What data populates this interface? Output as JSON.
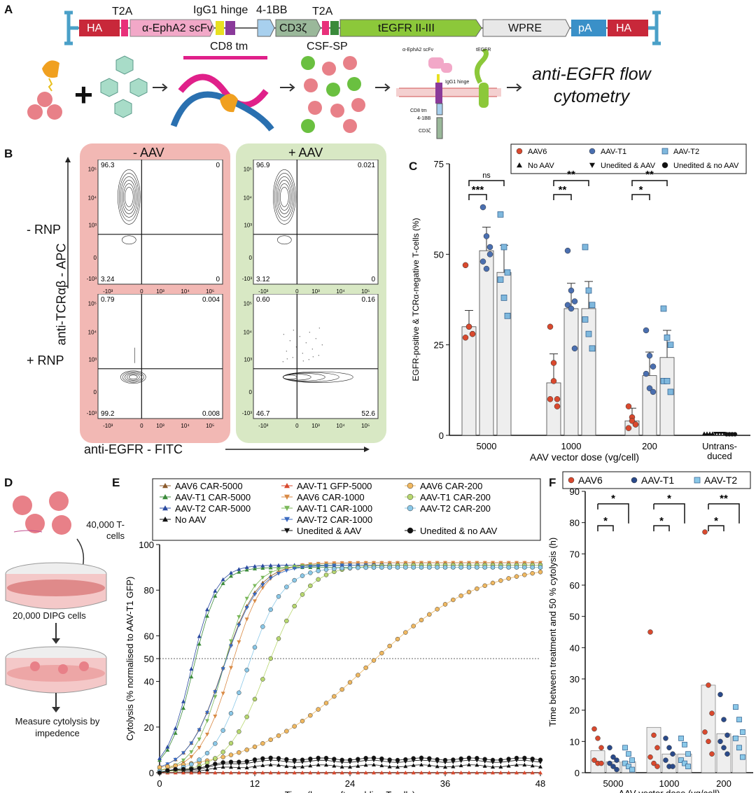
{
  "panel_labels": {
    "A": "A",
    "B": "B",
    "C": "C",
    "D": "D",
    "E": "E",
    "F": "F"
  },
  "construct": {
    "top_labels": [
      "T2A",
      "IgG1 hinge",
      "4-1BB",
      "T2A"
    ],
    "segments": [
      "HA",
      "α-EphA2 scFv",
      "CD3ζ",
      "tEGFR II-III",
      "WPRE",
      "pA",
      "HA"
    ],
    "bottom_labels": [
      "CD8 tm",
      "CSF-SP"
    ],
    "membrane_labels": [
      "α-EphA2 scFv",
      "tEGFR",
      "IgG1 hinge",
      "CD8 tm",
      "4-1BB",
      "CD3ζ"
    ],
    "result_text": "anti-EGFR flow cytometry",
    "plus_sign": "+"
  },
  "flow": {
    "col_headers": [
      "- AAV",
      "+ AAV"
    ],
    "row_headers": [
      "- RNP",
      "+ RNP"
    ],
    "y_axis_label": "anti-TCRαβ - APC",
    "x_axis_label": "anti-EGFR - FITC",
    "quadrants": [
      {
        "tl": "96.3",
        "tr": "0",
        "bl": "3.24",
        "br": "0"
      },
      {
        "tl": "96.9",
        "tr": "0.021",
        "bl": "3.12",
        "br": "0"
      },
      {
        "tl": "0.79",
        "tr": "0.004",
        "bl": "99.2",
        "br": "0.008"
      },
      {
        "tl": "0.60",
        "tr": "0.16",
        "bl": "46.7",
        "br": "52.6"
      }
    ],
    "y_ticks": [
      "10⁵",
      "10⁴",
      "10³",
      "0",
      "-10³"
    ],
    "x_ticks": [
      "-10³",
      "0",
      "10³",
      "10⁴",
      "10⁵"
    ]
  },
  "panelC": {
    "chart_data": {
      "type": "bar",
      "ylabel": "EGFR-positive & TCRα-negative T-cells (%)",
      "xlabel": "AAV vector dose (vg/cell)",
      "ylim": [
        0,
        75
      ],
      "yticks": [
        "0",
        "25",
        "50",
        "75"
      ],
      "categories": [
        "5000",
        "1000",
        "200",
        "Untrans-duced"
      ],
      "series": [
        {
          "name": "AAV6",
          "color": "#d9492e",
          "values": [
            30,
            14.5,
            4,
            0
          ],
          "err": [
            4.5,
            8,
            3.5,
            0
          ],
          "points": [
            [
              47,
              30,
              28,
              27,
              30,
              28
            ],
            [
              30,
              20,
              10,
              10,
              15,
              8
            ],
            [
              8,
              5,
              3,
              2,
              4,
              3
            ],
            []
          ]
        },
        {
          "name": "AAV-T1",
          "color": "#4a6fb0",
          "values": [
            51,
            35,
            16.5,
            0
          ],
          "err": [
            6.5,
            7,
            6.5,
            0
          ],
          "points": [
            [
              63,
              55,
              52,
              48,
              46,
              50
            ],
            [
              51,
              40,
              37,
              36,
              35,
              24
            ],
            [
              29,
              22,
              19,
              17,
              13,
              12
            ],
            []
          ]
        },
        {
          "name": "AAV-T2",
          "color": "#7fb8dd",
          "values": [
            45,
            35,
            21.5,
            0
          ],
          "err": [
            7.5,
            7.5,
            7.5,
            0
          ],
          "points": [
            [
              61,
              52,
              45,
              43,
              38,
              33
            ],
            [
              52,
              40,
              36,
              32,
              28,
              24
            ],
            [
              35,
              27,
              25,
              15,
              15,
              12
            ],
            []
          ]
        }
      ],
      "controls": [
        {
          "name": "No AAV",
          "symbol": "▲",
          "value": 0.5
        },
        {
          "name": "Unedited & AAV",
          "symbol": "▼",
          "value": 0.5
        },
        {
          "name": "Unedited & no AAV",
          "symbol": "●",
          "value": 0.3
        }
      ],
      "significance": [
        {
          "group": "5000",
          "labels": [
            "ns",
            "***"
          ]
        },
        {
          "group": "1000",
          "labels": [
            "**",
            "**"
          ]
        },
        {
          "group": "200",
          "labels": [
            "**",
            "*"
          ]
        }
      ],
      "legend_position": "top"
    }
  },
  "panelD": {
    "cells_label": "40,000 T-cells",
    "dipg_label": "20,000 DIPG cells",
    "measure_label": "Measure cytolysis by impedence"
  },
  "panelE": {
    "chart_data": {
      "type": "line",
      "xlabel": "Time (hours after adding T-cells)",
      "ylabel": "Cytolysis (% normalised to AAV-T1 GFP)",
      "xlim": [
        0,
        48
      ],
      "ylim": [
        0,
        100
      ],
      "xticks": [
        "0",
        "12",
        "24",
        "36",
        "48"
      ],
      "yticks": [
        "0",
        "20",
        "40",
        "50",
        "60",
        "80",
        "100"
      ],
      "reference_line": 50,
      "series": [
        {
          "name": "AAV6 CAR-5000",
          "color": "#8b5a2b",
          "marker": "tri",
          "mid": 8,
          "k": 0.45,
          "max": 92
        },
        {
          "name": "AAV-T1 CAR-5000",
          "color": "#3a8a3a",
          "marker": "tri",
          "mid": 4.2,
          "k": 0.65,
          "max": 90
        },
        {
          "name": "AAV-T2 CAR-5000",
          "color": "#2a4aa0",
          "marker": "tri",
          "mid": 4,
          "k": 0.65,
          "max": 91
        },
        {
          "name": "No AAV",
          "color": "#111111",
          "marker": "tri",
          "flat": 3
        },
        {
          "name": "AAV-T1 GFP-5000",
          "color": "#d9492e",
          "marker": "tri",
          "flat": 0
        },
        {
          "name": "AAV6 CAR-1000",
          "color": "#d98a45",
          "marker": "vtri",
          "mid": 9,
          "k": 0.5,
          "max": 92
        },
        {
          "name": "AAV-T1 CAR-1000",
          "color": "#7ab85a",
          "marker": "vtri",
          "mid": 8,
          "k": 0.55,
          "max": 91
        },
        {
          "name": "AAV-T2 CAR-1000",
          "color": "#3a6ac0",
          "marker": "vtri",
          "mid": 8,
          "k": 0.45,
          "max": 91
        },
        {
          "name": "Unedited & AAV",
          "color": "#111111",
          "marker": "vtri",
          "flat": 5
        },
        {
          "name": "AAV6 CAR-200",
          "color": "#f0b860",
          "marker": "circ",
          "mid": 26,
          "k": 0.14,
          "max": 92
        },
        {
          "name": "AAV-T1 CAR-200",
          "color": "#b8d870",
          "marker": "circ",
          "mid": 13.5,
          "k": 0.4,
          "max": 91
        },
        {
          "name": "AAV-T2 CAR-200",
          "color": "#8ac8e8",
          "marker": "circ",
          "mid": 11,
          "k": 0.45,
          "max": 90
        },
        {
          "name": "Unedited & no AAV",
          "color": "#111111",
          "marker": "circ",
          "flat": 6
        }
      ]
    }
  },
  "panelF": {
    "chart_data": {
      "type": "bar",
      "ylabel": "Time between treatment and 50 % cytolysis (h)",
      "xlabel": "AAV vector dose (vg/cell)",
      "ylim": [
        0,
        90
      ],
      "yticks": [
        "0",
        "10",
        "20",
        "30",
        "40",
        "50",
        "60",
        "70",
        "80",
        "90"
      ],
      "categories": [
        "5000",
        "1000",
        "200"
      ],
      "series": [
        {
          "name": "AAV6",
          "color": "#d9492e",
          "values": [
            7,
            14.5,
            28
          ],
          "points": [
            [
              14,
              11,
              8,
              4,
              3,
              3
            ],
            [
              45,
              12,
              8,
              5,
              3,
              2
            ],
            [
              77,
              28,
              19,
              13,
              10,
              6
            ]
          ]
        },
        {
          "name": "AAV-T1",
          "color": "#2a4a8a",
          "values": [
            3.5,
            6,
            12.5
          ],
          "points": [
            [
              8,
              5,
              4,
              3,
              2,
              1
            ],
            [
              11,
              8,
              6,
              4,
              2,
              2
            ],
            [
              25,
              17,
              12,
              10,
              8,
              6
            ]
          ]
        },
        {
          "name": "AAV-T2",
          "color": "#8ac8e8",
          "values": [
            3.5,
            6,
            11.5
          ],
          "points": [
            [
              8,
              6,
              4,
              3,
              2,
              1
            ],
            [
              11,
              9,
              6,
              4,
              3,
              2
            ],
            [
              21,
              17,
              13,
              11,
              8,
              5
            ]
          ]
        }
      ],
      "significance": [
        {
          "group": "5000",
          "labels": [
            "*",
            "*"
          ]
        },
        {
          "group": "1000",
          "labels": [
            "*",
            "*"
          ]
        },
        {
          "group": "200",
          "labels": [
            "**",
            "*"
          ]
        }
      ]
    }
  }
}
